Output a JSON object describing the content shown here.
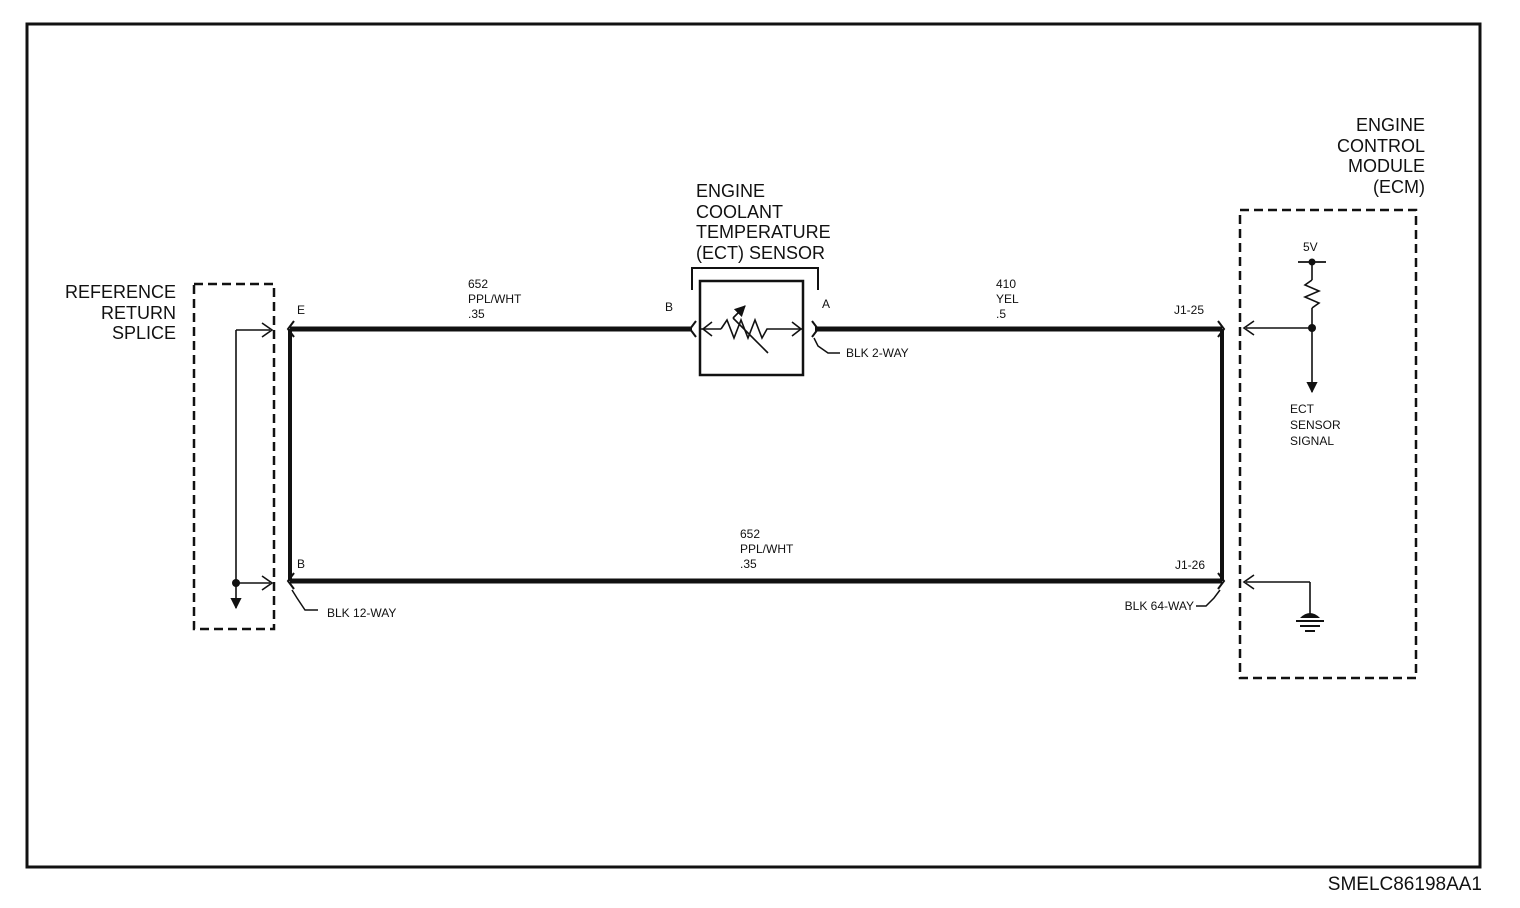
{
  "components": {
    "reference_return_splice": "REFERENCE\nRETURN\nSPLICE",
    "ect_sensor": "ENGINE\nCOOLANT\nTEMPERATURE\n(ECT) SENSOR",
    "ecm": "ENGINE\nCONTROL\nMODULE\n(ECM)"
  },
  "ecm_internal": {
    "voltage": "5V",
    "signal": "ECT\nSENSOR\nSIGNAL"
  },
  "wires": {
    "signal_left": {
      "circuit": "652",
      "color": "PPL/WHT",
      "size": ".35"
    },
    "signal_right": {
      "circuit": "410",
      "color": "YEL",
      "size": ".5"
    },
    "ground": {
      "circuit": "652",
      "color": "PPL/WHT",
      "size": ".35"
    }
  },
  "pins": {
    "splice_top": "E",
    "splice_bottom": "B",
    "sensor_left": "B",
    "sensor_right": "A",
    "ecm_top": "J1-25",
    "ecm_bottom": "J1-26"
  },
  "connectors": {
    "sensor": "BLK 2-WAY",
    "splice": "BLK 12-WAY",
    "ecm": "BLK 64-WAY"
  },
  "figure_code": "SMELC86198AA1"
}
